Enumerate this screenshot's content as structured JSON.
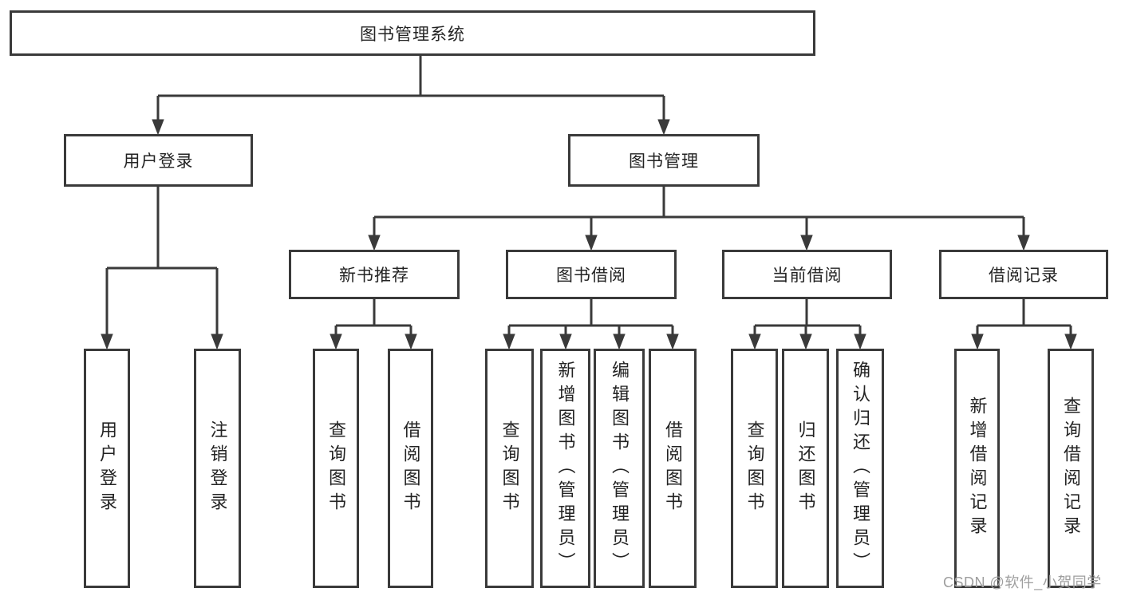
{
  "diagram": {
    "root": {
      "label": "图书管理系统"
    },
    "level2": [
      {
        "label": "用户登录"
      },
      {
        "label": "图书管理"
      }
    ],
    "level3": [
      {
        "label": "新书推荐"
      },
      {
        "label": "图书借阅"
      },
      {
        "label": "当前借阅"
      },
      {
        "label": "借阅记录"
      }
    ],
    "leaves": {
      "user_login": [
        {
          "label": "用户登录"
        },
        {
          "label": "注销登录"
        }
      ],
      "new_book": [
        {
          "label": "查询图书"
        },
        {
          "label": "借阅图书"
        }
      ],
      "book_borrow": [
        {
          "label": "查询图书"
        },
        {
          "label": "新增图书（管理员）"
        },
        {
          "label": "编辑图书（管理员）"
        },
        {
          "label": "借阅图书"
        }
      ],
      "current_borrow": [
        {
          "label": "查询图书"
        },
        {
          "label": "归还图书"
        },
        {
          "label": "确认归还（管理员）"
        }
      ],
      "borrow_records": [
        {
          "label": "新增借阅记录"
        },
        {
          "label": "查询借阅记录"
        }
      ]
    }
  },
  "watermark": {
    "text": "CSDN @软件_小贺同学",
    "color": "#9e9e9e"
  },
  "colors": {
    "line": "#3a3a3a",
    "box_border": "#3a3a3a",
    "text": "#232323",
    "background": "#ffffff"
  }
}
